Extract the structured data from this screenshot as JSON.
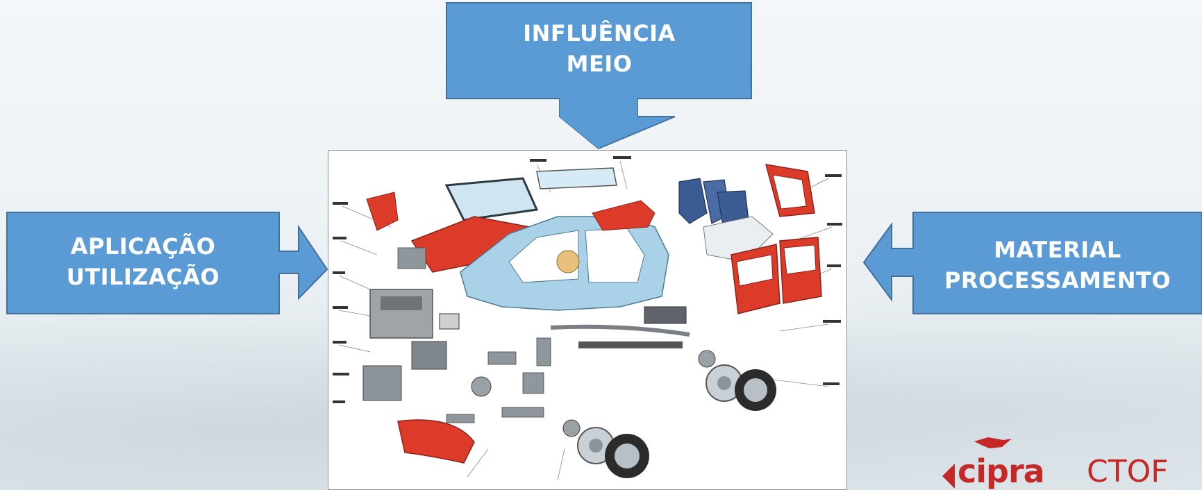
{
  "boxes": {
    "top": {
      "line1": "INFLUÊNCIA",
      "line2": "MEIO"
    },
    "left": {
      "line1": "APLICAÇÃO",
      "line2": "UTILIZAÇÃO"
    },
    "right": {
      "line1": "MATERIAL",
      "line2": "PROCESSAMENTO"
    }
  },
  "logo": {
    "part1": "cipra",
    "part2": "CTOF"
  },
  "colors": {
    "box_fill": "#5b9bd5",
    "box_stroke": "#41719c",
    "car_body": "#dd3b2a",
    "chassis": "#a9d2e8"
  }
}
